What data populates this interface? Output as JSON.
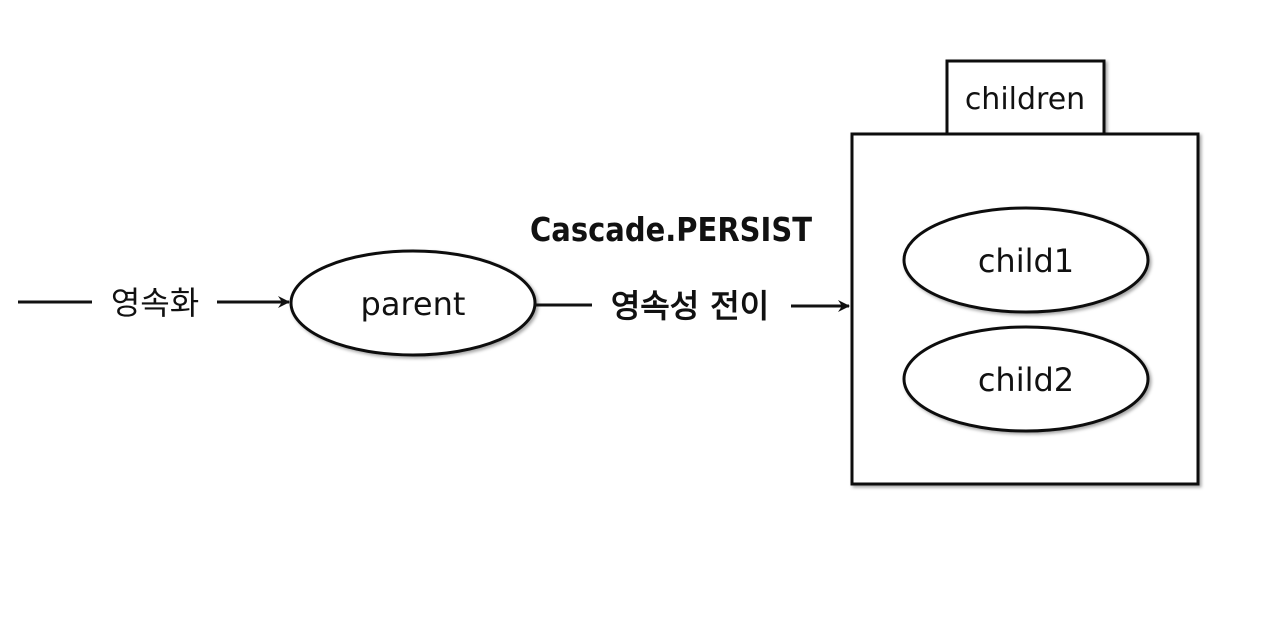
{
  "diagram": {
    "input_label": "영속화",
    "parent_node": "parent",
    "cascade_label": "Cascade.PERSIST",
    "transfer_label": "영속성 전이",
    "container_tab": "children",
    "child_nodes": [
      "child1",
      "child2"
    ]
  },
  "colors": {
    "stroke": "#111111",
    "text": "#111111",
    "background": "#ffffff"
  }
}
